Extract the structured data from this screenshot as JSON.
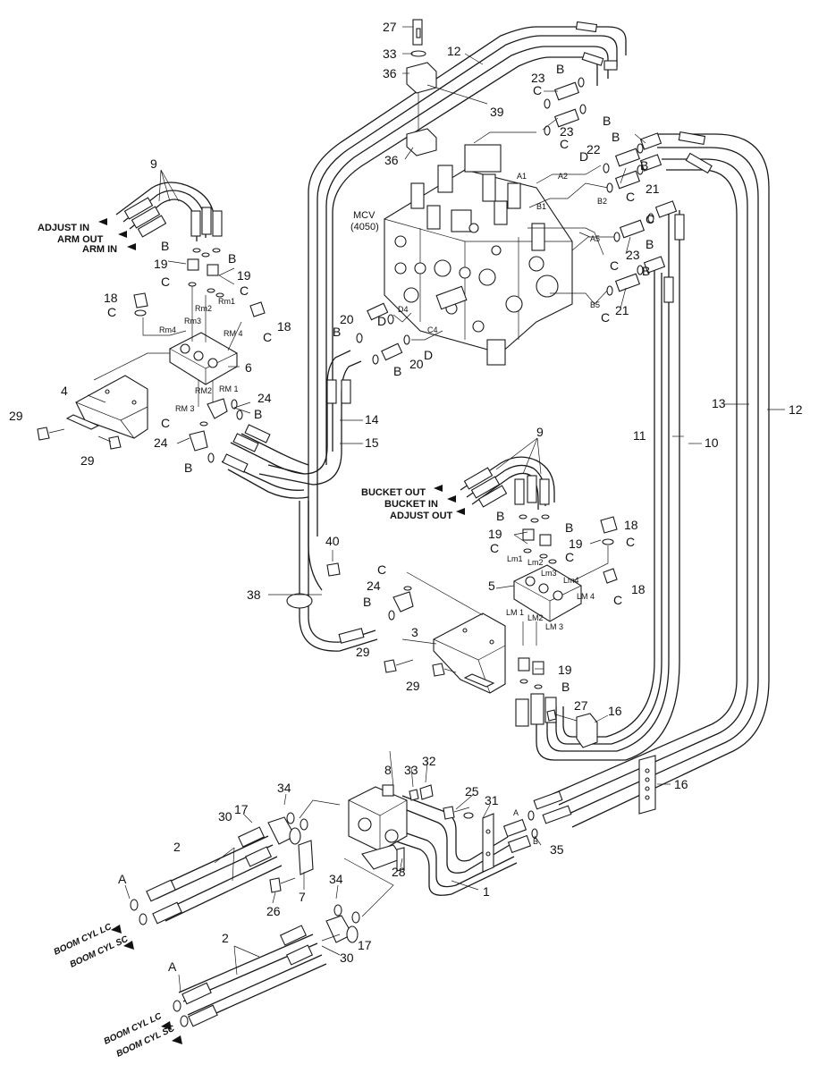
{
  "diagram": {
    "mcv": {
      "line1": "MCV",
      "line2": "(4050)"
    },
    "flows": {
      "adjust_in": "ADJUST IN",
      "arm_out": "ARM OUT",
      "arm_in": "ARM IN",
      "bucket_out": "BUCKET OUT",
      "bucket_in": "BUCKET IN",
      "adjust_out": "ADJUST OUT",
      "boom_lc": "BOOM CYL LC",
      "boom_sc": "BOOM CYL SC"
    },
    "ports": {
      "a1": "A1",
      "a2": "A2",
      "b1": "B1",
      "b2": "B2",
      "a5": "A5",
      "b5": "B5",
      "d4a": "D4",
      "c4": "C4",
      "rm1": "Rm1",
      "rm2": "Rm2",
      "rm3": "Rm3",
      "rm4": "Rm4",
      "RM1": "RM 1",
      "RM2": "RM2",
      "RM3": "RM 3",
      "RM4": "RM 4",
      "lm1": "Lm1",
      "lm2": "Lm2",
      "lm3": "Lm3",
      "lm4": "Lm4",
      "LM1": "LM 1",
      "LM2": "LM2",
      "LM3": "LM 3",
      "LM4": "LM 4",
      "pa": "A",
      "pb": "B"
    },
    "callouts": {
      "n1": "1",
      "n2": "2",
      "n3": "3",
      "n4": "4",
      "n5": "5",
      "n6": "6",
      "n7": "7",
      "n8": "8",
      "n9": "9",
      "n10": "10",
      "n11": "11",
      "n12": "12",
      "n13": "13",
      "n14": "14",
      "n15": "15",
      "n16": "16",
      "n17": "17",
      "n18": "18",
      "n19": "19",
      "n20": "20",
      "n21": "21",
      "n22": "22",
      "n23": "23",
      "n24": "24",
      "n25": "25",
      "n26": "26",
      "n27": "27",
      "n28": "28",
      "n29": "29",
      "n30": "30",
      "n31": "31",
      "n32": "32",
      "n33": "33",
      "n34": "34",
      "n35": "35",
      "n36": "36",
      "n38": "38",
      "n39": "39",
      "n40": "40",
      "A": "A",
      "B": "B",
      "C": "C",
      "D": "D"
    }
  }
}
